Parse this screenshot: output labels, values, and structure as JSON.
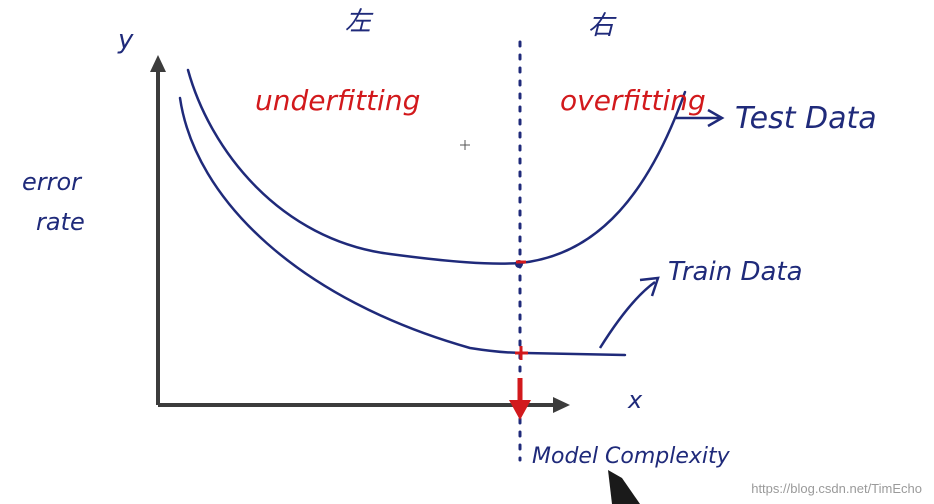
{
  "colors": {
    "ink": "#1f2a7a",
    "red": "#d2191c"
  },
  "labels": {
    "y_axis_letter": "y",
    "x_axis_letter": "x",
    "y_axis_title_line1": "error",
    "y_axis_title_line2": "rate",
    "underfitting": "underfitting",
    "overfitting": "overfitting",
    "left_mark": "左",
    "right_mark": "右",
    "test_data": "Test Data",
    "train_data": "Train Data",
    "x_axis_title": "Model Complexity"
  },
  "watermark": "https://blog.csdn.net/TimEcho"
}
